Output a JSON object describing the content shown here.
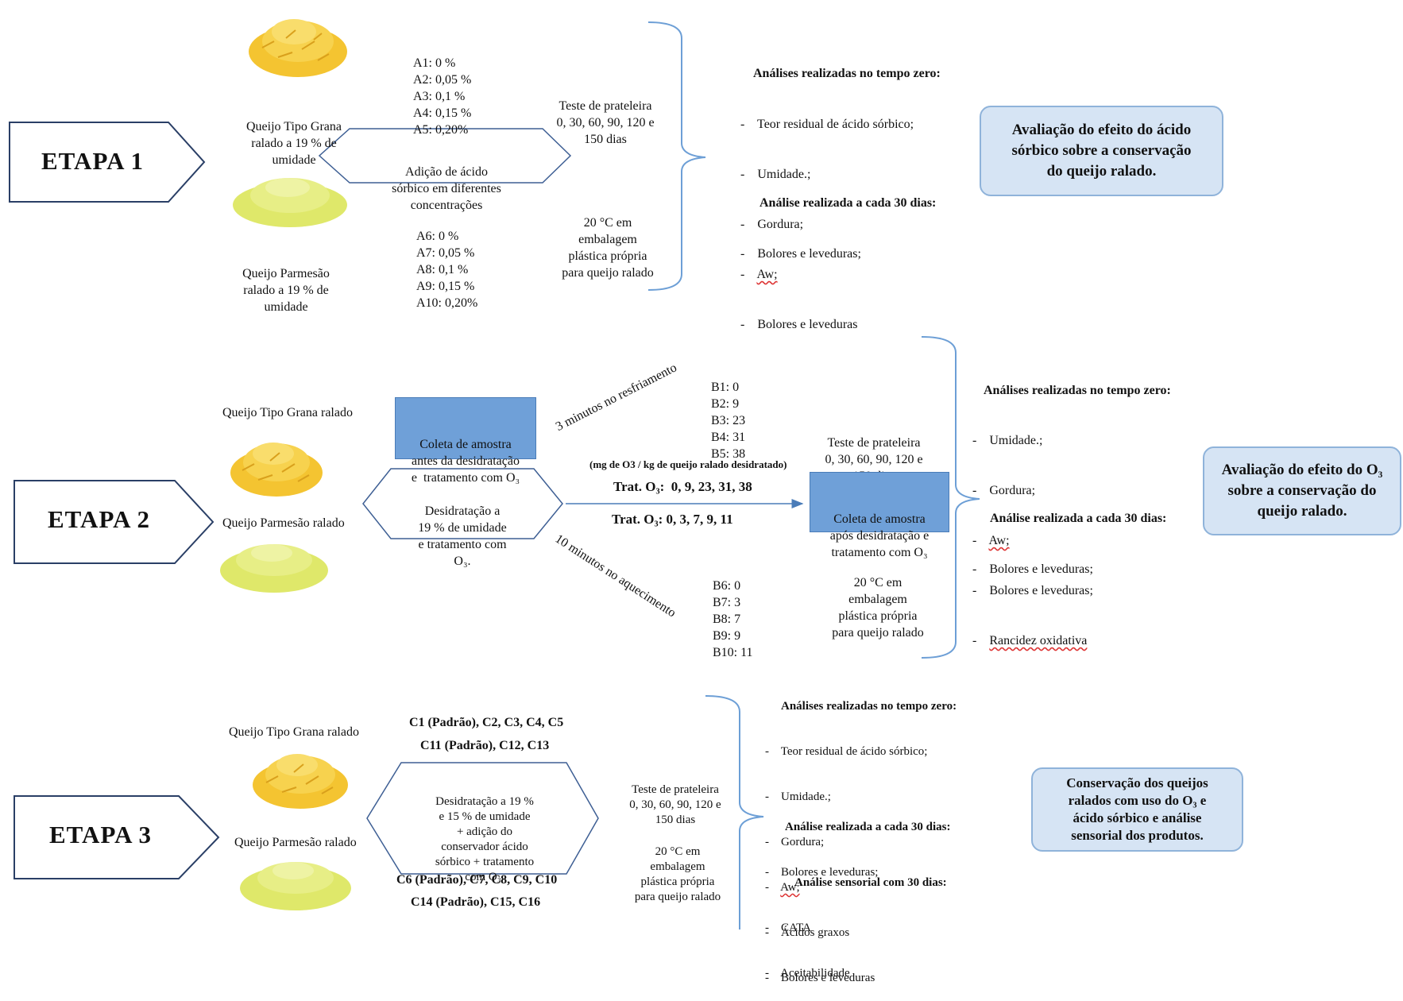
{
  "colors": {
    "cheese_grana": "#f4c431",
    "cheese_parmesao": "#dfe86a",
    "bracket": "#6d9fd6",
    "box_blue": "#6fa0d8",
    "concl_fill": "#d6e4f4"
  },
  "etapa1": {
    "label": "ETAPA 1",
    "cheese_grana": [
      "Queijo Tipo Grana",
      "ralado a 19 % de",
      "umidade"
    ],
    "cheese_parmesao": [
      "Queijo Parmesão",
      "ralado a 19 % de",
      "umidade"
    ],
    "treatments_a": [
      "A1: 0 %",
      "A2: 0,05 %",
      "A3: 0,1 %",
      "A4: 0,15 %",
      "A5: 0,20%"
    ],
    "treatments_b": [
      "A6: 0 %",
      "A7: 0,05 %",
      "A8: 0,1 %",
      "A9: 0,15 %",
      "A10: 0,20%"
    ],
    "process": [
      "Adição de ácido",
      "sórbico em diferentes",
      "concentrações"
    ],
    "shelf": [
      "Teste de prateleira",
      "0, 30, 60, 90, 120 e",
      "150 dias"
    ],
    "storage": [
      "20 °C em",
      "embalagem",
      "plástica própria",
      "para queijo ralado"
    ],
    "zero_title": "Análises realizadas no tempo zero:",
    "zero_items": [
      "Teor residual de ácido sórbico;",
      "Umidade.;",
      "Gordura;",
      "Aw;",
      "Bolores e leveduras"
    ],
    "period_title": "Análise realizada a cada 30 dias:",
    "period_items": [
      "Bolores e leveduras;"
    ],
    "conclusion": [
      "Avaliação do efeito do ácido",
      "sórbico sobre a conservação",
      "do queijo ralado."
    ]
  },
  "etapa2": {
    "label": "ETAPA 2",
    "cheese_grana": "Queijo Tipo Grana ralado",
    "cheese_parmesao": "Queijo Parmesão ralado",
    "collect_before": [
      "Coleta de amostra",
      "antes da desidratação",
      "e  tratamento com O₃"
    ],
    "process": [
      "Desidratação a",
      "19 % de umidade",
      "e tratamento com",
      "O₃."
    ],
    "upper_diag": "3 minutos no resfriamento",
    "lower_diag": "10 minutos no aquecimento",
    "unit": "(mg de O3 / kg de queijo ralado desidratado)",
    "trat_upper": "Trat. O₃:  0, 9, 23, 31, 38",
    "trat_lower": "Trat. O₃: 0, 3, 7, 9, 11",
    "b_upper": [
      "B1: 0",
      "B2: 9",
      "B3: 23",
      "B4: 31",
      "B5: 38"
    ],
    "b_lower": [
      "B6: 0",
      "B7: 3",
      "B8: 7",
      "B9: 9",
      "B10: 11"
    ],
    "shelf": [
      "Teste de prateleira",
      "0, 30, 60, 90, 120 e",
      "150 dias"
    ],
    "collect_after": [
      "Coleta de amostra",
      "após desidratação e",
      "tratamento com O₃"
    ],
    "storage": [
      "20 °C em",
      "embalagem",
      "plástica própria",
      "para queijo ralado"
    ],
    "zero_title": "Análises realizadas no tempo zero:",
    "zero_items": [
      "Umidade.;",
      "Gordura;",
      "Aw;",
      "Bolores e leveduras;",
      "Rancidez oxidativa"
    ],
    "period_title": "Análise realizada a cada 30 dias:",
    "period_items": [
      "Bolores e leveduras;"
    ],
    "conclusion": [
      "Avaliação do efeito do O₃",
      "sobre a conservação do",
      "queijo ralado."
    ]
  },
  "etapa3": {
    "label": "ETAPA 3",
    "cheese_grana": "Queijo Tipo Grana ralado",
    "cheese_parmesao": "Queijo Parmesão ralado",
    "top_codes_1": "C1 (Padrão), C2, C3, C4, C5",
    "top_codes_2": "C11 (Padrão), C12, C13",
    "bottom_codes_1": "C6 (Padrão), C7, C8, C9, C10",
    "bottom_codes_2": "C14 (Padrão), C15, C16",
    "process": [
      "Desidratação a 19 %",
      "e 15 % de umidade",
      "+ adição do",
      "conservador ácido",
      "sórbico + tratamento",
      "com O₃."
    ],
    "shelf": [
      "Teste de prateleira",
      "0, 30, 60, 90, 120 e",
      "150 dias"
    ],
    "storage": [
      "20 °C em",
      "embalagem",
      "plástica própria",
      "para queijo ralado"
    ],
    "zero_title": "Análises realizadas no tempo zero:",
    "zero_items": [
      "Teor residual de ácido sórbico;",
      "Umidade.;",
      "Gordura;",
      "Aw;",
      "Ácidos graxos",
      "Bolores e leveduras"
    ],
    "period_title": "Análise realizada a cada 30 dias:",
    "period_items": [
      "Bolores e leveduras;"
    ],
    "sensory_title": "Análise sensorial com 30 dias:",
    "sensory_items": [
      "CATA",
      "Aceitabilidade"
    ],
    "conclusion": [
      "Conservação dos queijos",
      "ralados com uso do O₃ e",
      "ácido sórbico e análise",
      "sensorial dos produtos."
    ]
  }
}
